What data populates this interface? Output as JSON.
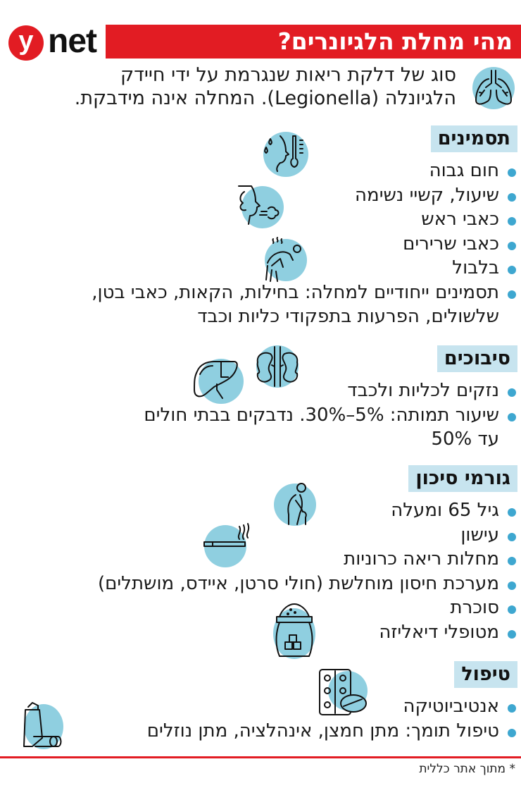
{
  "header": {
    "logo_letter": "y",
    "logo_word": "net",
    "title": "מהי מחלת הלגיונרים?"
  },
  "intro": {
    "text_line1": "סוג של דלקת ריאות שנגרמת על ידי חיידק",
    "text_line2": "הלגיונלה (Legionella). המחלה אינה מידבקת.",
    "icon": "lungs-icon"
  },
  "sections": {
    "symptoms": {
      "title": "תסמינים",
      "items": [
        "חום גבוה",
        "שיעול, קשיי נשימה",
        "כאבי ראש",
        "כאבי שרירים",
        "בלבול",
        "תסמינים ייחודיים למחלה: בחילות, הקאות, כאבי בטן,"
      ],
      "item6_cont": "שלשולים, הפרעות בתפקודי כליות וכבד",
      "icons": [
        "fever-thermometer-icon",
        "cough-icon",
        "muscle-pain-icon"
      ]
    },
    "complications": {
      "title": "סיבוכים",
      "items": [
        "נזקים לכליות ולכבד",
        "שיעור תמותה: 5%–30%. נדבקים בבתי חולים"
      ],
      "item2_cont": "עד 50%",
      "icons": [
        "liver-icon",
        "kidneys-icon"
      ]
    },
    "risk_factors": {
      "title": "גורמי סיכון",
      "items": [
        "גיל 65 ומעלה",
        "עישון",
        "מחלות ריאה כרוניות",
        "מערכת חיסון מוחלשת (חולי סרטן, איידס, מושתלים)",
        "סוכרת",
        "מטופלי דיאליזה"
      ],
      "icons": [
        "elderly-person-icon",
        "cigarette-icon",
        "sugar-sack-icon"
      ]
    },
    "treatment": {
      "title": "טיפול",
      "items": [
        "אנטיביוטיקה",
        "טיפול תומך: מתן חמצן, אינהלציה, מתן נוזלים"
      ],
      "icons": [
        "pills-blister-icon",
        "inhaler-icon"
      ]
    }
  },
  "footer": {
    "source_note": "* מתוך אתר כללית"
  },
  "colors": {
    "brand_red": "#e21c23",
    "section_bg": "#c7e4ef",
    "bullet_blue": "#3ea7d0",
    "icon_blob": "#8fcfe0"
  }
}
